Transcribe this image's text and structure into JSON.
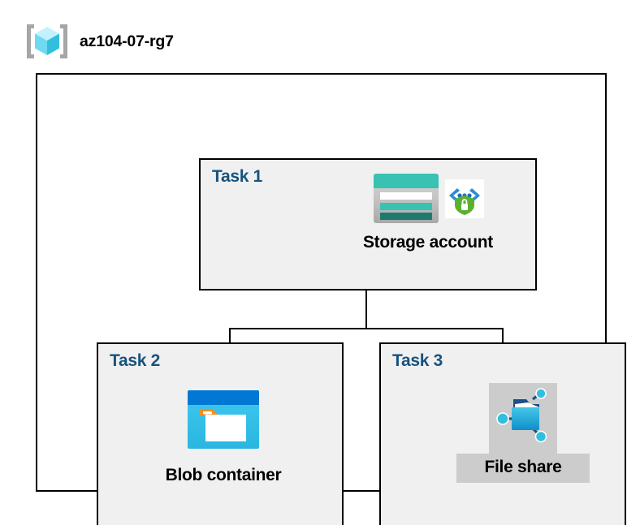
{
  "header": {
    "icon": "resource-group-icon",
    "title": "az104-07-rg7"
  },
  "diagram": {
    "type": "hierarchy",
    "root": "Task 1",
    "children": [
      "Task 2",
      "Task 3"
    ]
  },
  "tasks": [
    {
      "id": "task1",
      "label": "Task 1",
      "node": {
        "caption": "Storage account",
        "icons": [
          "storage-account-icon",
          "private-endpoint-icon"
        ],
        "highlighted": false
      }
    },
    {
      "id": "task2",
      "label": "Task 2",
      "node": {
        "caption": "Blob container",
        "icons": [
          "blob-container-icon"
        ],
        "highlighted": false
      }
    },
    {
      "id": "task3",
      "label": "Task 3",
      "node": {
        "caption": "File share",
        "icons": [
          "file-share-icon"
        ],
        "highlighted": true
      }
    }
  ],
  "colors": {
    "task_label": "#17537f",
    "box_fill": "#f0f0f0",
    "box_border": "#000000",
    "highlight": "#cccccc",
    "storage_teal": "#37c2b1",
    "storage_teal_dark": "#1f7a6e",
    "blob_blue": "#0078d4",
    "blob_cyan": "#32bedd",
    "blob_orange": "#f78d1e",
    "fileshare_blue": "#32bedd",
    "endpoint_green": "#5bb12f",
    "rg_cube_cyan": "#9cebff"
  }
}
